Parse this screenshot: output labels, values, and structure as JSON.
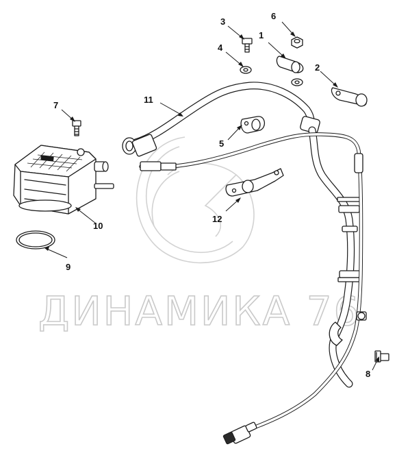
{
  "watermark": {
    "text": "ДИНАМИКА 76",
    "color": "#c9c9c9"
  },
  "callouts": [
    {
      "id": "1",
      "label": "1"
    },
    {
      "id": "2",
      "label": "2"
    },
    {
      "id": "3",
      "label": "3"
    },
    {
      "id": "4",
      "label": "4"
    },
    {
      "id": "5",
      "label": "5"
    },
    {
      "id": "6",
      "label": "6"
    },
    {
      "id": "7",
      "label": "7"
    },
    {
      "id": "8",
      "label": "8"
    },
    {
      "id": "9",
      "label": "9"
    },
    {
      "id": "10",
      "label": "10"
    },
    {
      "id": "11",
      "label": "11"
    },
    {
      "id": "12",
      "label": "12"
    }
  ],
  "colors": {
    "line": "#1a1a1a",
    "background": "#ffffff"
  }
}
